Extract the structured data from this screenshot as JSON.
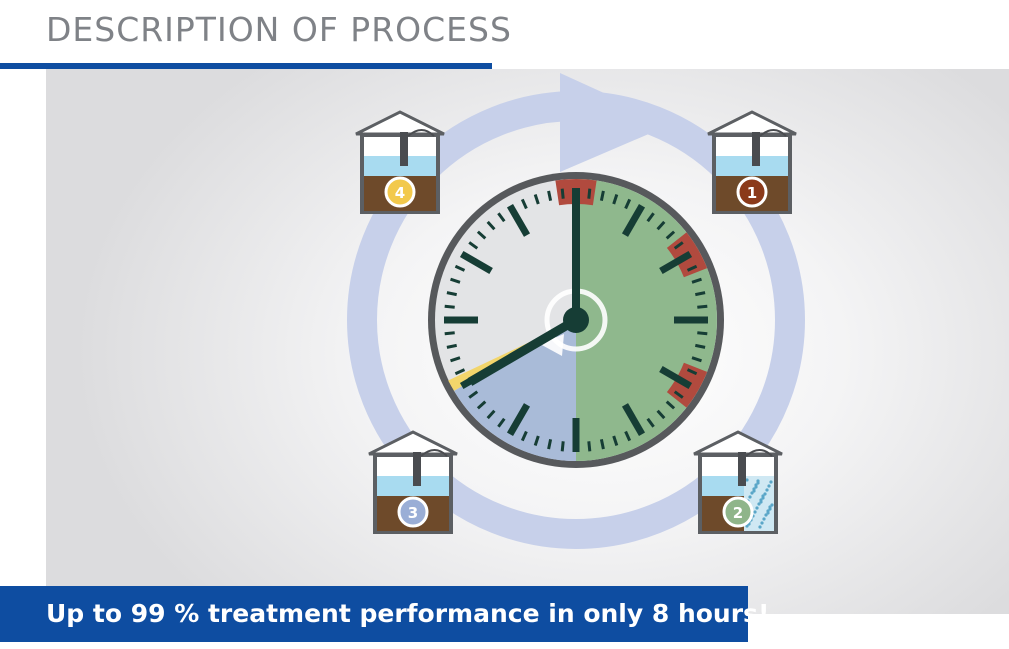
{
  "header": {
    "title": "DESCRIPTION OF PROCESS"
  },
  "banner": {
    "text": "Up to 99 % treatment performance in only 8 hours!"
  },
  "stages": [
    {
      "number": "1",
      "color": "#8b3a1a"
    },
    {
      "number": "2",
      "color": "#8fb58a"
    },
    {
      "number": "3",
      "color": "#9aaed6"
    },
    {
      "number": "4",
      "color": "#f2c94c"
    }
  ],
  "colors": {
    "brand_blue": "#0e4da1",
    "cycle_arrow": "#c7d0ea",
    "clock_green": "#8fb88d",
    "clock_blue": "#a9bbd8",
    "clock_grey": "#e3e4e6",
    "clock_yellow": "#f2d56b",
    "clock_red": "#b14a3e",
    "clock_marks": "#163d35"
  }
}
